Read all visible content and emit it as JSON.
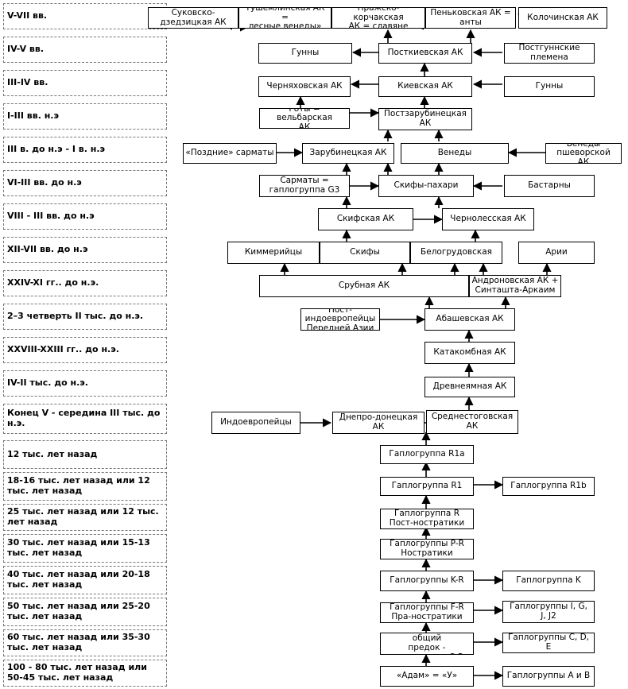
{
  "periods": [
    "V-VII вв.",
    "IV-V вв.",
    "III-IV вв.",
    "I-III вв. н.э",
    "III в. до н.э - I в. н.э",
    "VI-III вв. до н.э",
    "VIII - III вв. до н.э",
    "XII-VII вв. до н.э",
    "XXIV-XI гг.. до н.э.",
    "2–3 четверть II тыс. до н.э.",
    "XXVIII-XXIII гг.. до н.э.",
    "IV-II тыс. до н.э.",
    "Конец V - середина III тыс. до н.э.",
    "12 тыс. лет назад",
    "18-16 тыс. лет назад или\n12 тыс. лет назад",
    "25 тыс. лет назад или\n12 тыс. лет назад",
    "30 тыс. лет назад или\n15-13 тыс. лет назад",
    "40 тыс. лет назад или\n20-18 тыс. лет назад",
    "50 тыс. лет назад или\n25-20 тыс. лет назад",
    "60 тыс. лет назад или\n35-30 тыс. лет назад",
    "100 - 80 тыс. лет назад или\n50-45 тыс. лет назад"
  ],
  "nodes": {
    "sukovsko": "Суковско-\nдзедзицкая АК",
    "tushemlinskaya": "Тушемлинская АК =\nлесные венеды»",
    "prazhsko": "Пражско-корчакская\nАК = славяне",
    "penkovskaya": "Пеньковская АК =\nанты",
    "kolochinskaya": "Колочинская АК",
    "gunny1": "Гунны",
    "postkievskaya": "Посткиевская АК",
    "postgunnskie": "Постгуннские\nплемена",
    "chernyakhovskaya": "Черняховская АК",
    "kievskaya": "Киевская АК",
    "gunny2": "Гунны",
    "goty": "Готы = вельбарская\nАК",
    "postzarubinetskaya": "Постзарубинецкая\nАК",
    "pozdnie_sarmaty": "«Поздние» сарматы",
    "zarubinetskaya": "Зарубинецкая АК",
    "venedy": "Венеды",
    "venedy_pshevorskoy": "Венеды пшеворской\nАК",
    "sarmaty": "Сарматы =\nгаплогруппа G3",
    "skify_pakhari": "Скифы-пахари",
    "bastarny": "Бастарны",
    "skifskaya": "Скифская АК",
    "chernolesskaya": "Чернолесская АК",
    "kimmeriytsy": "Киммерийцы",
    "skify": "Скифы",
    "belogrudovskaya": "Белогрудовская",
    "arii": "Арии",
    "srubnaya": "Срубная АК",
    "andronovskaya": "Андроновская АК +\nСинташта-Аркаим",
    "post_indo": "Пост-индоевропейцы\nПередней Азии",
    "abashevskaya": "Абашевская АК",
    "katakombnaya": "Катакомбная АК",
    "drevneyamnaya": "Древнеямная АК",
    "indoevropeytsy": "Индоевропейцы",
    "dneprodonetskaya": "Днепро-донецкая АК",
    "srednestogovskaya": "Среднестоговская\nАК",
    "r1a": "Гаплогруппа R1a",
    "r1": "Гаплогруппа R1",
    "r1b": "Гаплогруппа R1b",
    "r": "Гаплогруппа R\nПост-ностратики",
    "pr": "Гаплогруппы P-R\nНостратики",
    "kr": "Гаплогруппы K-R",
    "k": "Гаплогруппа K",
    "fr": "Гаплогруппы F-R\nПра-ностратики",
    "igj": "Гаплогруппы I, G,\nJ, J2",
    "neafr": "Неафриканский общий\nпредок - гаплогруппа C-R",
    "cde": "Гаплогруппы C, D, E",
    "adam": "«Адам» = «У»",
    "ab": "Гаплогруппы А и В"
  }
}
